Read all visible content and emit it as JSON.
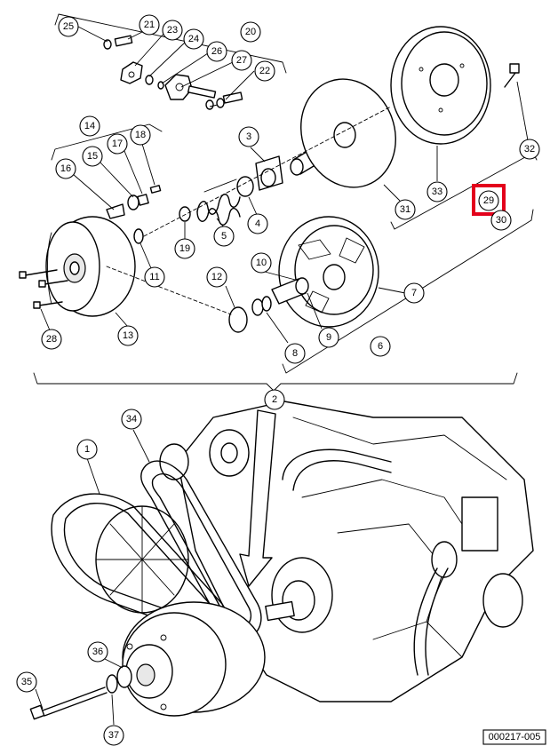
{
  "figure_id": "000217-005",
  "callouts": {
    "c1": "1",
    "c2": "2",
    "c3": "3",
    "c4": "4",
    "c5": "5",
    "c6": "6",
    "c7": "7",
    "c8": "8",
    "c9": "9",
    "c10": "10",
    "c11": "11",
    "c12": "12",
    "c13": "13",
    "c14": "14",
    "c15": "15",
    "c16": "16",
    "c17": "17",
    "c18": "18",
    "c19": "19",
    "c20": "20",
    "c21": "21",
    "c22": "22",
    "c23": "23",
    "c24": "24",
    "c25": "25",
    "c26": "26",
    "c27": "27",
    "c28": "28",
    "c29": "29",
    "c30": "30",
    "c31": "31",
    "c32": "32",
    "c33": "33",
    "c34": "34",
    "c35": "35",
    "c36": "36",
    "c37": "37"
  },
  "highlight": {
    "callout": "29",
    "color": "#e3001b"
  }
}
